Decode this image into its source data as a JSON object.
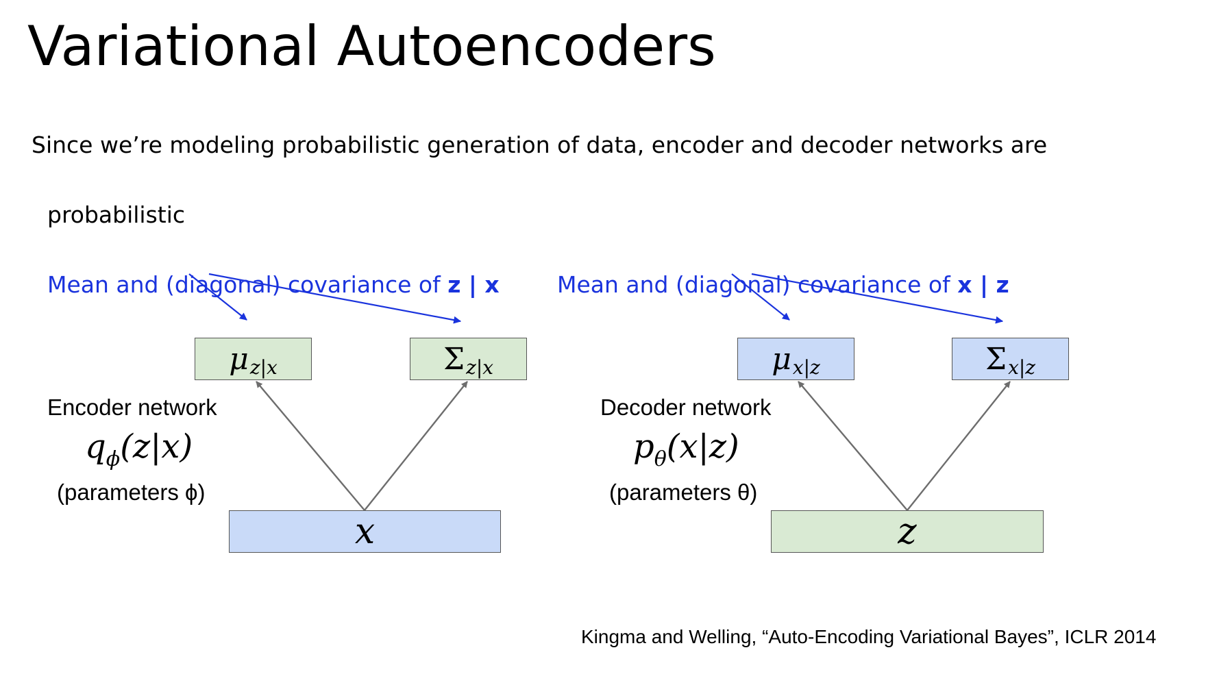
{
  "title": "Variational Autoencoders",
  "intro": {
    "line1": "Since we’re modeling probabilistic generation of data, encoder and decoder networks are",
    "line2": "probabilistic"
  },
  "encoder": {
    "label_prefix": "Mean and (diagonal) covariance of ",
    "label_bold": "z | x",
    "mu_symbol": "μ",
    "mu_sub": "z|x",
    "sigma_symbol": "Σ",
    "sigma_sub": "z|x",
    "network_label": "Encoder network",
    "formula_fn": "q",
    "formula_sub": "ϕ",
    "formula_args": "(z|x)",
    "params": "(parameters ϕ)",
    "input_symbol": "x"
  },
  "decoder": {
    "label_prefix": "Mean and (diagonal) covariance of ",
    "label_bold": "x | z",
    "mu_symbol": "μ",
    "mu_sub": "x|z",
    "sigma_symbol": "Σ",
    "sigma_sub": "x|z",
    "network_label": "Decoder network",
    "formula_fn": "p",
    "formula_sub": "θ",
    "formula_args": "(x|z)",
    "params": "(parameters θ)",
    "input_symbol": "z"
  },
  "citation": "Kingma and Welling, “Auto-Encoding Variational Bayes”, ICLR 2014",
  "colors": {
    "annotation_blue": "#1a33dd",
    "box_green": "#d9ead3",
    "box_blue": "#c9daf8",
    "arrow_gray": "#6d6d6d"
  }
}
